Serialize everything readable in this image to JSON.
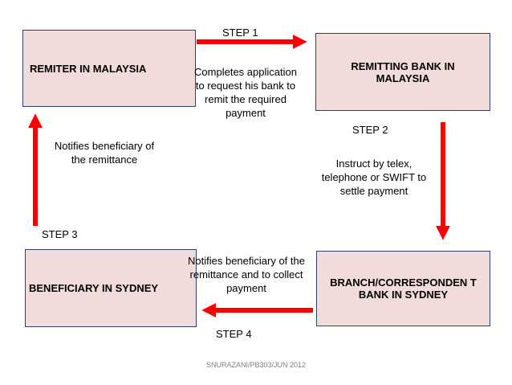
{
  "boxes": {
    "remiter": "REMITER IN MALAYSIA",
    "remitting_bank": "REMITTING BANK IN MALAYSIA",
    "beneficiary": "BENEFICIARY IN SYDNEY",
    "branch": "BRANCH/CORRESPONDEN T BANK IN SYDNEY"
  },
  "steps": {
    "step1": "STEP 1",
    "step2": "STEP 2",
    "step3": "STEP 3",
    "step4": "STEP 4"
  },
  "descriptions": {
    "step1": "Completes application to request his bank to remit the required payment",
    "step2": "Instruct by telex, telephone or SWIFT to settle payment",
    "step3": "Notifies beneficiary of the remittance",
    "step4": "Notifies beneficiary of the remittance and to collect payment"
  },
  "footer": "SNURAZANI/PB303/JUN 2012",
  "colors": {
    "arrow": "#ff0000",
    "box_fill": "#f2dcdb",
    "box_border": "#2f3f6e"
  }
}
